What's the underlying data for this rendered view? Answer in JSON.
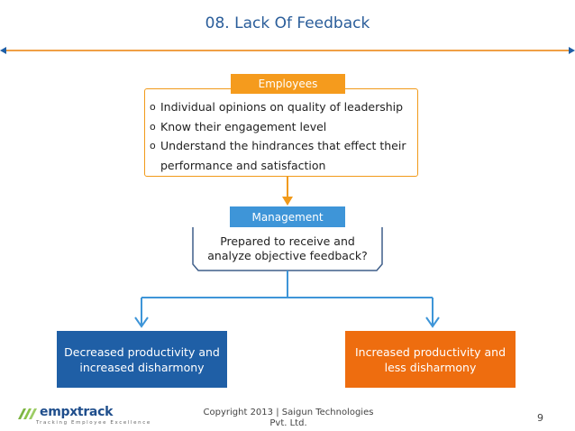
{
  "slide": {
    "title": "08. Lack Of Feedback",
    "page_number": "9"
  },
  "employees": {
    "label": "Employees",
    "bullets": [
      "Individual opinions on quality of leadership",
      "Know their engagement level",
      "Understand the hindrances that effect their",
      "performance and satisfaction"
    ],
    "bullet_mark": "o"
  },
  "management": {
    "label": "Management",
    "question_line1": "Prepared to receive and",
    "question_line2": "analyze objective feedback?"
  },
  "outcomes": {
    "left_line1": "Decreased productivity and",
    "left_line2": "increased disharmony",
    "right_line1": "Increased productivity and",
    "right_line2": "less disharmony"
  },
  "footer": {
    "logo_name": "empxtrack",
    "logo_tagline": "Tracking Employee Excellence",
    "copyright_line1": "Copyright 2013 | Saigun Technologies",
    "copyright_line2": "Pvt. Ltd."
  },
  "colors": {
    "title_blue": "#2a5d9a",
    "orange": "#f59b1d",
    "mgmt_blue": "#3e95d8",
    "dark_blue": "#1f5fa6",
    "outcome_orange": "#ee6d0f"
  }
}
